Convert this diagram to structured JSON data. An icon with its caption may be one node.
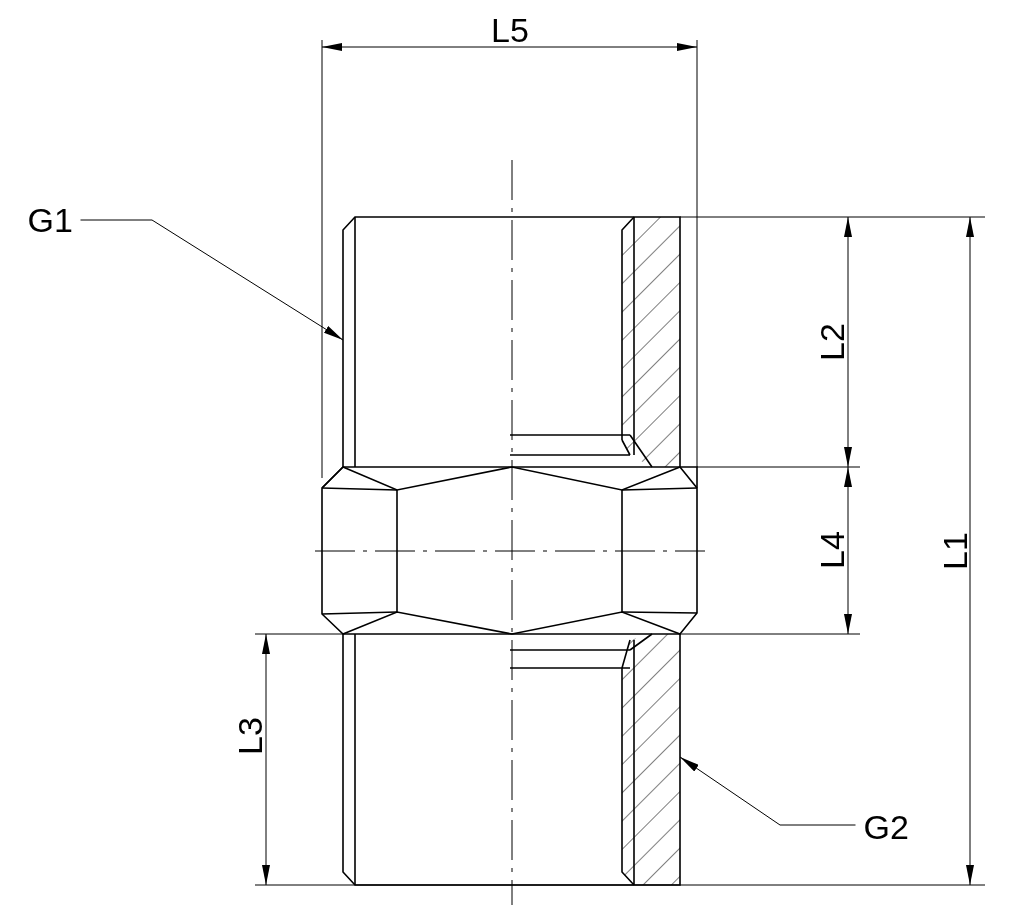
{
  "diagram": {
    "nodes": [
      {
        "text": [
          "G1"
        ]
      },
      {
        "text": [
          "G2"
        ]
      }
    ],
    "edges": [
      {
        "from": 0,
        "to": null,
        "arrow": "to"
      },
      {
        "from": 1,
        "to": null,
        "arrow": "to"
      }
    ],
    "labels": [
      "L5",
      "L2",
      "L4",
      "L1",
      "L3"
    ]
  }
}
